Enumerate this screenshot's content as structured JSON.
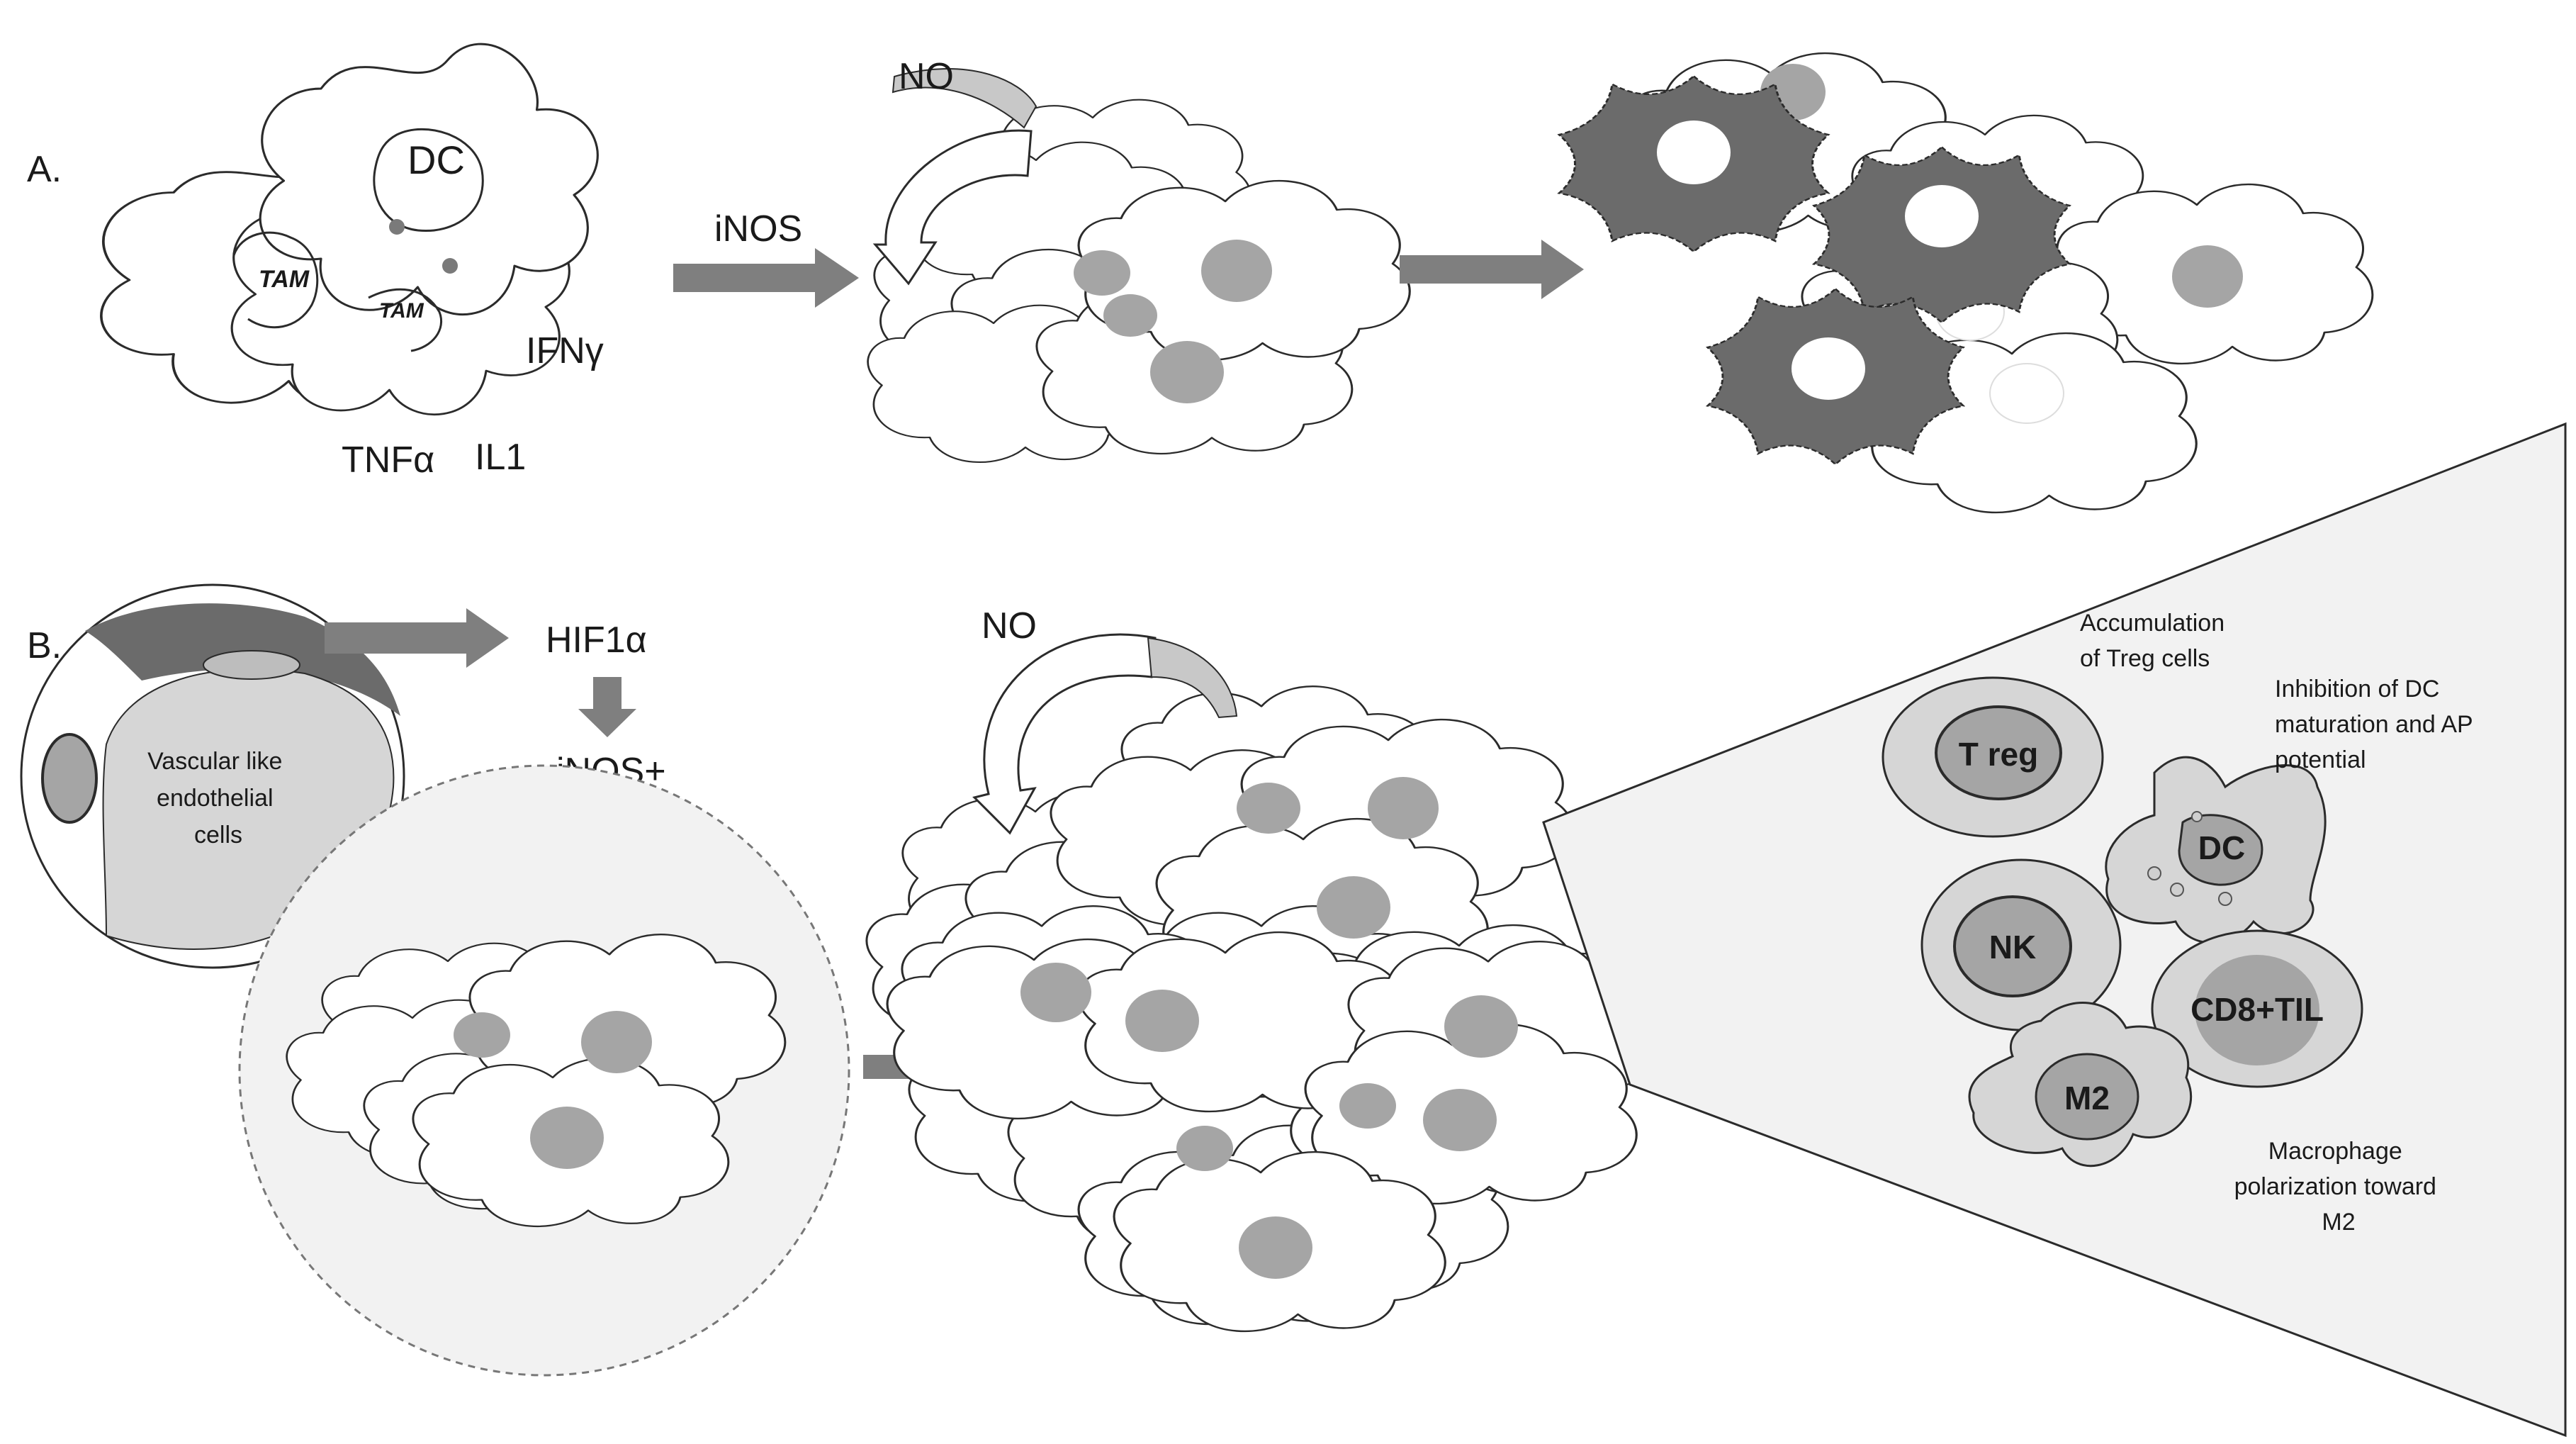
{
  "panelA": {
    "label": "A.",
    "cluster": {
      "dc": "DC",
      "tam1": "TAM",
      "tam2": "TAM"
    },
    "cytokines": {
      "ifn": "IFNγ",
      "tnf": "TNFα",
      "il1": "IL1"
    },
    "arrow_label": "iNOS",
    "no_label": "NO"
  },
  "panelB": {
    "label": "B.",
    "vascular": "Vascular like endothelial cells",
    "hif": "HIF1α",
    "inos_plus": "iNOS+",
    "no_label": "NO",
    "inset": {
      "treg_text": "Accumulation of Treg cells",
      "dc_text": "Inhibition of DC maturation and AP potential",
      "m2_text": "Macrophage polarization toward M2",
      "treg": "T reg",
      "dc": "DC",
      "nk": "NK",
      "cd8": "CD8+TIL",
      "m2": "M2"
    }
  },
  "colors": {
    "arrow": "#7f7f7f",
    "nucleus": "#a5a5a5",
    "dark_cell": "#6b6b6b",
    "inset_bg": "#f2f2f2"
  }
}
